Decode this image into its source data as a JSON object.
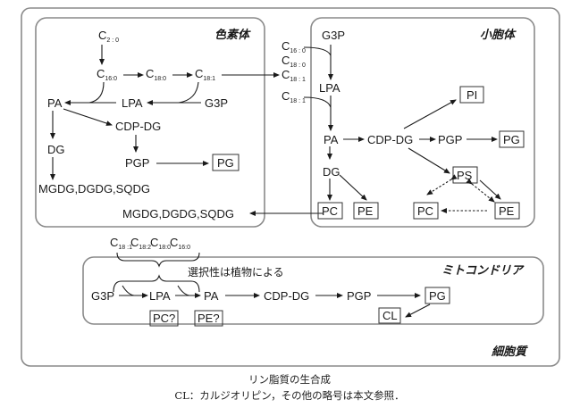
{
  "regions": {
    "cytoplasm": "細胞質",
    "chloroplast": "色素体",
    "er": "小胞体",
    "mitochondria": "ミトコンドリア"
  },
  "chloroplast": {
    "c20": {
      "base": "C",
      "sub": "2 : 0"
    },
    "c160": {
      "base": "C",
      "sub": "16:0"
    },
    "c180": {
      "base": "C",
      "sub": "18:0"
    },
    "c181": {
      "base": "C",
      "sub": "18:1"
    },
    "pa": "PA",
    "lpa": "LPA",
    "g3p": "G3P",
    "cdpdg": "CDP-DG",
    "dg": "DG",
    "pgp": "PGP",
    "pg": "PG",
    "galacto": "MGDG,DGDG,SQDG",
    "galacto_import": "MGDG,DGDG,SQDG"
  },
  "transfer": {
    "fa1": {
      "base": "C",
      "sub": "16 : 0"
    },
    "fa2": {
      "base": "C",
      "sub": "18 : 0"
    },
    "fa3": {
      "base": "C",
      "sub": "18 : 1"
    },
    "fa4": {
      "base": "C",
      "sub": "18 : 1"
    }
  },
  "er": {
    "g3p": "G3P",
    "lpa": "LPA",
    "pa": "PA",
    "cdpdg": "CDP-DG",
    "pgp": "PGP",
    "pg": "PG",
    "pi": "PI",
    "dg": "DG",
    "pc": "PC",
    "pe": "PE",
    "ps": "PS",
    "pc2": "PC",
    "pe2": "PE"
  },
  "mito": {
    "fa": [
      {
        "base": "C",
        "sub": "18 :1"
      },
      {
        "base": "C",
        "sub": "18:2"
      },
      {
        "base": "C",
        "sub": "18:0"
      },
      {
        "base": "C",
        "sub": "16:0"
      }
    ],
    "selectivity_note": "選択性は植物による",
    "g3p": "G3P",
    "lpa": "LPA",
    "pa": "PA",
    "cdpdg": "CDP-DG",
    "pgp": "PGP",
    "pg": "PG",
    "cl": "CL",
    "pc_q": "PC?",
    "pe_q": "PE?"
  },
  "caption": {
    "line1": "リン脂質の生合成",
    "line2": "CL：カルジオリピン，その他の略号は本文参照．"
  }
}
